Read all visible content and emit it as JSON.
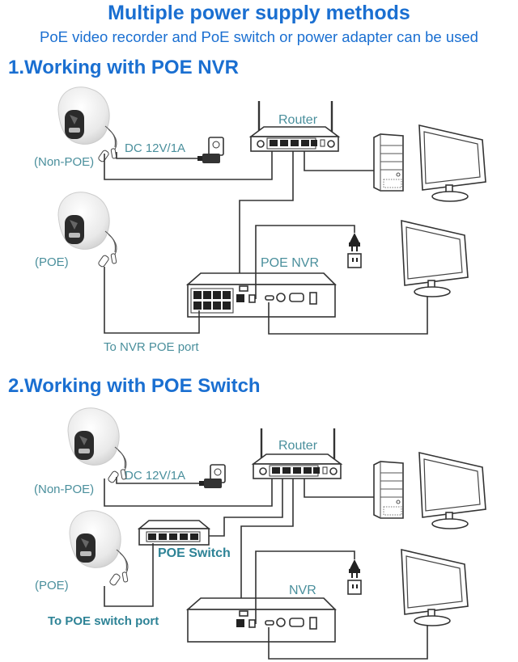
{
  "header": {
    "title": "Multiple power supply methods",
    "subtitle": "PoE video recorder and PoE switch or power adapter can be used"
  },
  "sections": [
    {
      "heading": "1.Working with POE NVR",
      "labels": {
        "non_poe": "(Non-POE)",
        "dc": "DC 12V/1A",
        "router": "Router",
        "poe": "(POE)",
        "recorder": "POE NVR",
        "to_port": "To NVR POE port"
      },
      "devices": [
        "non-poe-camera",
        "power-adapter",
        "router",
        "pc-tower",
        "monitor",
        "poe-camera",
        "poe-nvr",
        "power-plug",
        "monitor"
      ]
    },
    {
      "heading": "2.Working with POE Switch",
      "labels": {
        "non_poe": "(Non-POE)",
        "dc": "DC 12V/1A",
        "router": "Router",
        "switch": "POE Switch",
        "poe": "(POE)",
        "recorder": "NVR",
        "to_port": "To POE switch port"
      },
      "devices": [
        "non-poe-camera",
        "power-adapter",
        "router",
        "pc-tower",
        "monitor",
        "poe-switch",
        "poe-camera",
        "nvr",
        "power-plug",
        "monitor"
      ]
    }
  ],
  "colors": {
    "heading": "#1a6fd1",
    "label": "#4a8f9c",
    "line": "#333333"
  }
}
